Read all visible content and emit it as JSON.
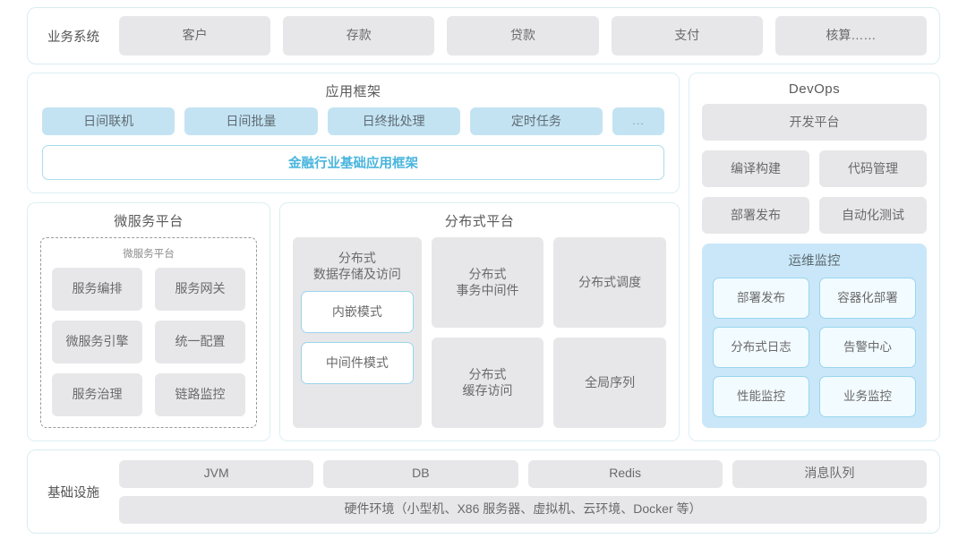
{
  "business_systems": {
    "label": "业务系统",
    "items": [
      "客户",
      "存款",
      "贷款",
      "支付",
      "核算……"
    ]
  },
  "app_framework": {
    "title": "应用框架",
    "items": [
      "日间联机",
      "日间批量",
      "日终批处理",
      "定时任务"
    ],
    "more": "...",
    "base_bar": "金融行业基础应用框架",
    "accent_color": "#49b5dd",
    "tile_color": "#c3e3f3"
  },
  "microservice_platform": {
    "title": "微服务平台",
    "inner_title": "微服务平台",
    "items": [
      "服务编排",
      "服务网关",
      "微服务引擎",
      "统一配置",
      "服务治理",
      "链路监控"
    ]
  },
  "distributed_platform": {
    "title": "分布式平台",
    "storage": {
      "caption": "分布式\n数据存储及访问",
      "caption_line1": "分布式",
      "caption_line2": "数据存储及访问",
      "modes": [
        "内嵌模式",
        "中间件模式"
      ]
    },
    "column2": [
      {
        "line1": "分布式",
        "line2": "事务中间件"
      },
      {
        "line1": "分布式",
        "line2": "缓存访问"
      }
    ],
    "column3": [
      {
        "line1": "分布式调度",
        "line2": ""
      },
      {
        "line1": "全局序列",
        "line2": ""
      }
    ]
  },
  "devops": {
    "title": "DevOps",
    "platform": "开发平台",
    "items": [
      "编译构建",
      "代码管理",
      "部署发布",
      "自动化测试"
    ],
    "ops_monitor": {
      "title": "运维监控",
      "bg_color": "#c9e7f8",
      "items": [
        "部署发布",
        "容器化部署",
        "分布式日志",
        "告警中心",
        "性能监控",
        "业务监控"
      ]
    }
  },
  "infrastructure": {
    "label": "基础设施",
    "items": [
      "JVM",
      "DB",
      "Redis",
      "消息队列"
    ],
    "hardware": "硬件环境（小型机、X86 服务器、虚拟机、云环境、Docker 等）"
  },
  "theme": {
    "border_color": "#d8ecf1",
    "gray_tile": "#e7e7e9",
    "text_color": "#6a6a6a"
  }
}
